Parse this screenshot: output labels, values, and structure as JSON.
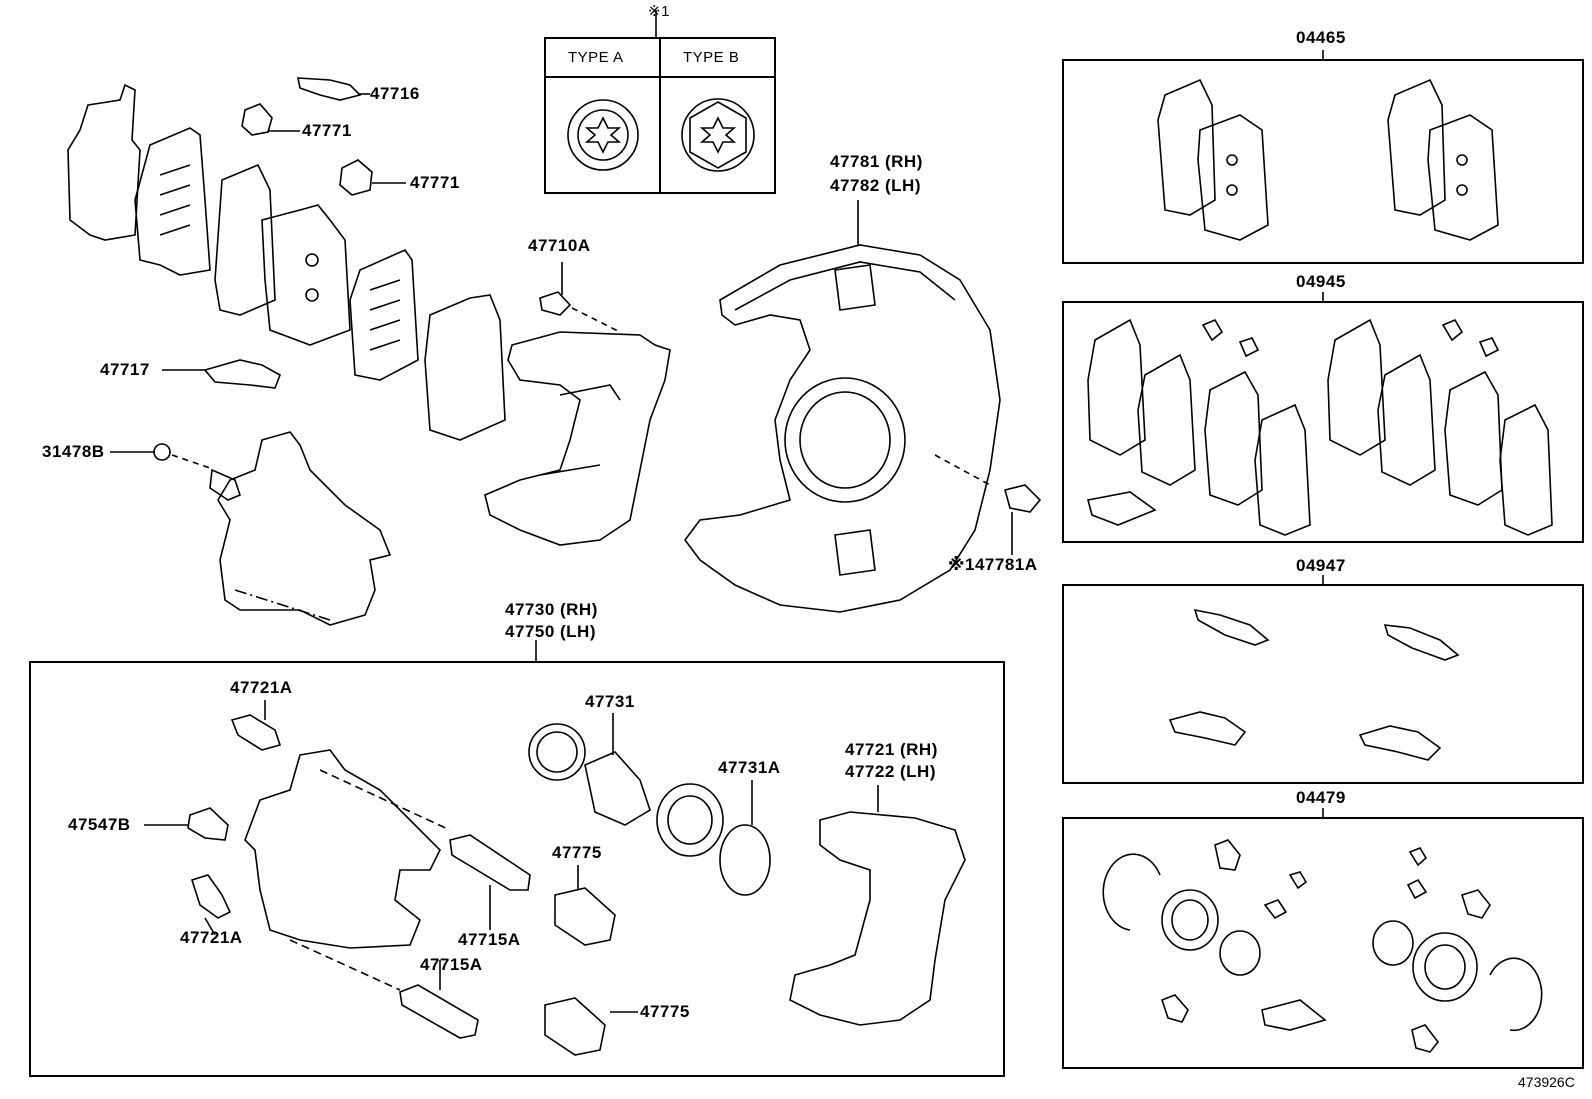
{
  "note": "※1",
  "type_table": {
    "type_a": "TYPE A",
    "type_b": "TYPE B"
  },
  "parts": {
    "p47716": "47716",
    "p47771a": "47771",
    "p47771b": "47771",
    "p47717": "47717",
    "p31478b": "31478B",
    "p47710a": "47710A",
    "p47781": "47781 (RH)",
    "p47782": "47782 (LH)",
    "p47781a": "※147781A",
    "p47730": "47730 (RH)",
    "p47750": "47750 (LH)",
    "p47721a_top": "47721A",
    "p47547b": "47547B",
    "p47721a_bot": "47721A",
    "p47715a_right": "47715A",
    "p47715a_bot": "47715A",
    "p47731": "47731",
    "p47731a": "47731A",
    "p47775a": "47775",
    "p47775b": "47775",
    "p47721": "47721 (RH)",
    "p47722": "47722 (LH)"
  },
  "kits": {
    "k04465": "04465",
    "k04945": "04945",
    "k04947": "04947",
    "k04479": "04479"
  },
  "figure_ref": "473926C"
}
